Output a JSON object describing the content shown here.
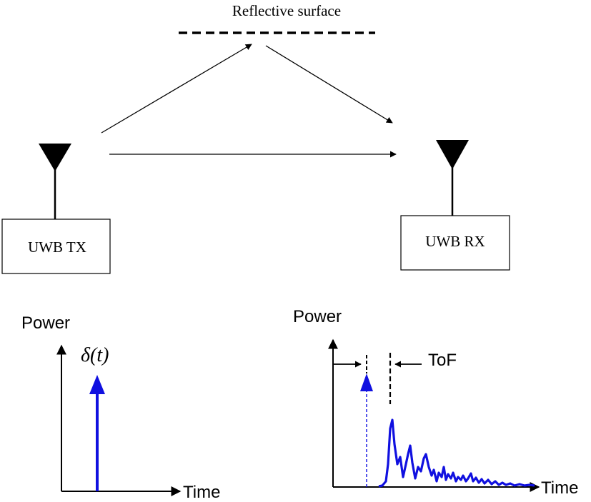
{
  "surface": {
    "label": "Reflective surface"
  },
  "tx": {
    "label": "UWB TX"
  },
  "rx": {
    "label": "UWB RX"
  },
  "left_plot": {
    "ylabel": "Power",
    "xlabel": "Time",
    "impulse_label": "δ(t)"
  },
  "right_plot": {
    "ylabel": "Power",
    "xlabel": "Time",
    "tof_label": "ToF"
  },
  "colors": {
    "ink": "#000000",
    "signal": "#1010e0"
  }
}
